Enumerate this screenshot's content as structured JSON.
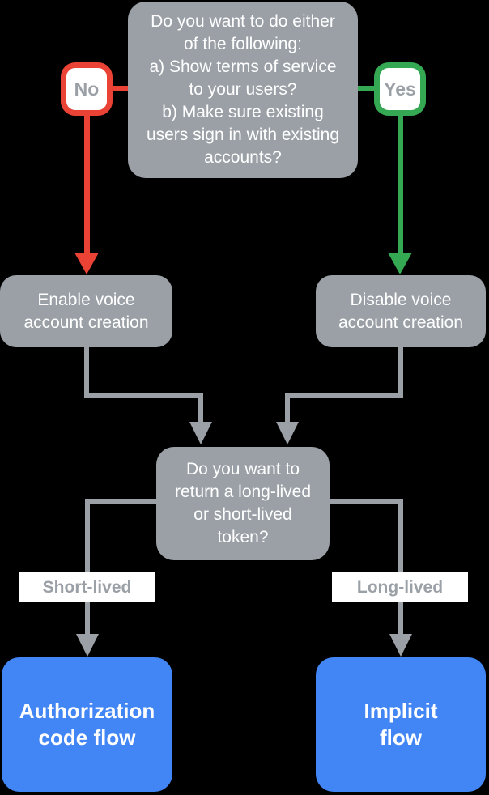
{
  "diagram": {
    "question_tos": "Do you want to do either\nof the following:\na) Show terms of service\nto your users?\nb) Make sure existing\nusers sign in with existing\naccounts?",
    "no_label": "No",
    "yes_label": "Yes",
    "enable_box": "Enable voice\naccount creation",
    "disable_box": "Disable voice\naccount creation",
    "question_token": "Do you want to\nreturn a long-lived\nor short-lived\ntoken?",
    "short_lived_label": "Short-lived",
    "long_lived_label": "Long-lived",
    "auth_code_box": "Authorization\ncode flow",
    "implicit_box": "Implicit\nflow"
  },
  "colors": {
    "background": "#000000",
    "node_gray": "#9AA0A6",
    "connector_gray": "#9AA0A6",
    "no_red": "#EA4335",
    "yes_green": "#34A853",
    "result_blue": "#4285F4",
    "node_text": "#FFFFFF",
    "label_text": "#9AA0A6"
  }
}
